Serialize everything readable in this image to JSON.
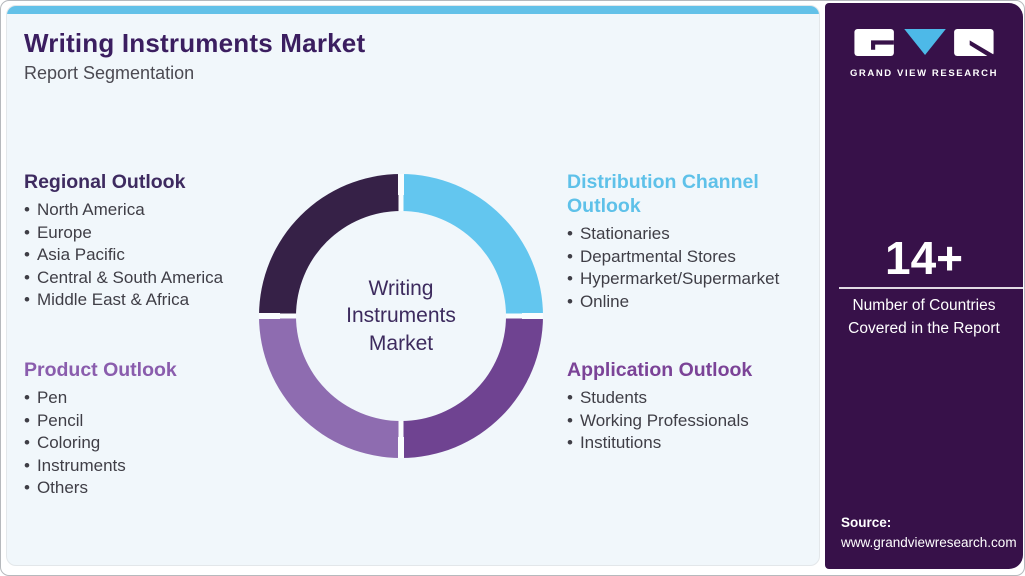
{
  "header": {
    "title": "Writing Instruments Market",
    "subtitle": "Report Segmentation"
  },
  "sections": {
    "regional": {
      "title": "Regional Outlook",
      "items": [
        "North America",
        "Europe",
        "Asia Pacific",
        "Central & South America",
        "Middle East & Africa"
      ],
      "color": "#3e2b60"
    },
    "product": {
      "title": "Product Outlook",
      "items": [
        "Pen",
        "Pencil",
        "Coloring",
        "Instruments",
        "Others"
      ],
      "color": "#8a5dad"
    },
    "distribution": {
      "title": "Distribution Channel Outlook",
      "items": [
        "Stationaries",
        "Departmental Stores",
        "Hypermarket/Supermarket",
        "Online"
      ],
      "color": "#5ec1e9"
    },
    "application": {
      "title": "Application Outlook",
      "items": [
        "Students",
        "Working Professionals",
        "Institutions"
      ],
      "color": "#7b4397"
    }
  },
  "donut": {
    "center_lines": [
      "Writing",
      "Instruments",
      "Market"
    ],
    "segments": [
      {
        "name": "distribution-channel-outlook",
        "quadrant": "top-right",
        "color": "#63c6ef"
      },
      {
        "name": "application-outlook",
        "quadrant": "bottom-right",
        "color": "#6f4391"
      },
      {
        "name": "product-outlook",
        "quadrant": "bottom-left",
        "color": "#8e6cb0"
      },
      {
        "name": "regional-outlook",
        "quadrant": "top-left",
        "color": "#362147"
      }
    ]
  },
  "sidebar": {
    "logo_text": "GRAND VIEW RESEARCH",
    "stat_value": "14+",
    "stat_label_line1": "Number of Countries",
    "stat_label_line2": "Covered in the Report",
    "source_label": "Source:",
    "source_url": "www.grandviewresearch.com",
    "background": "#371149"
  },
  "colors": {
    "accent_blue": "#63c1e8",
    "card_background": "#f1f7fb",
    "title_purple": "#3b1e60",
    "body_text": "#3f3e46"
  }
}
